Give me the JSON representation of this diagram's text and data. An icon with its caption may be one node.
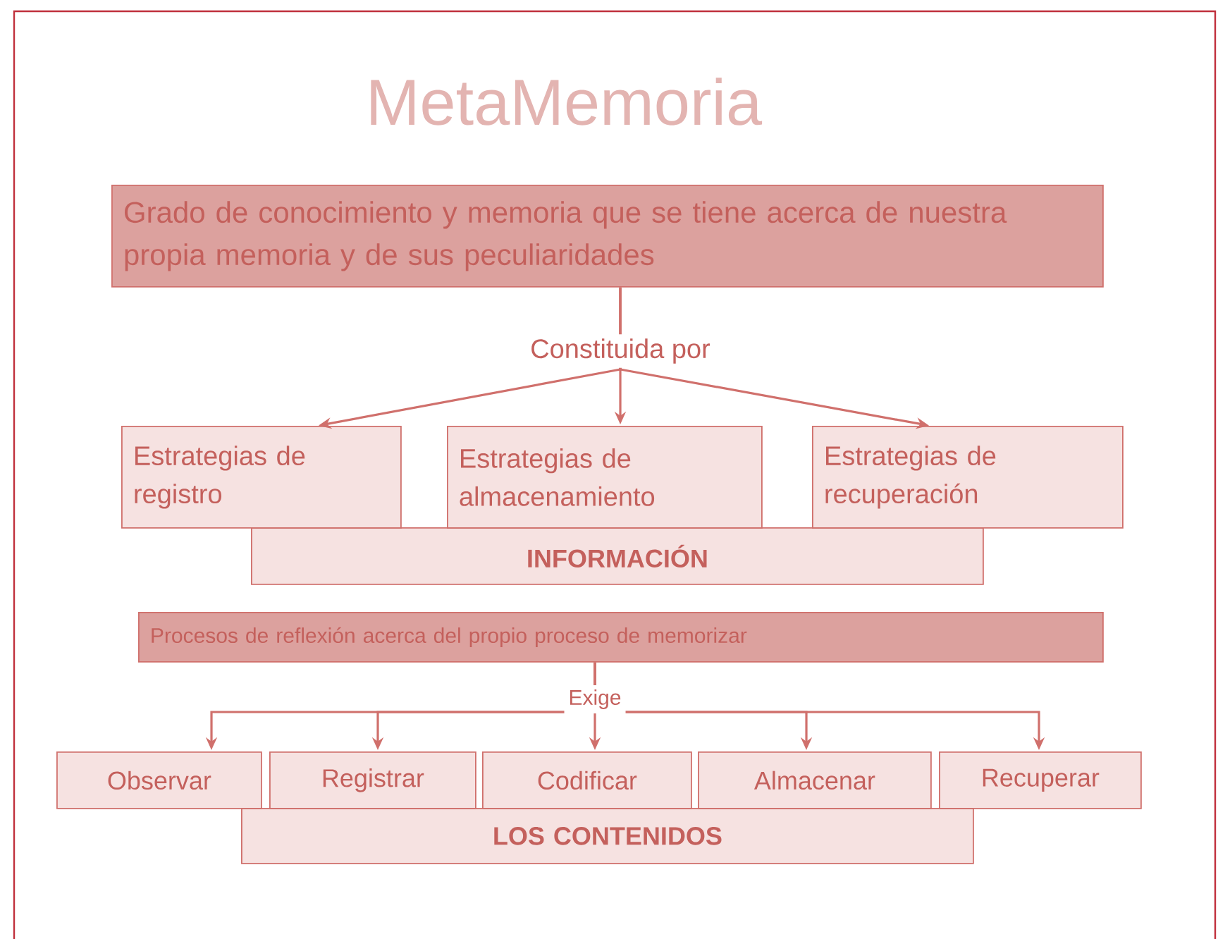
{
  "diagram": {
    "title": "MetaMemoria",
    "nodes": [
      {
        "text": [
          "Grado de conocimiento y memoria que se tiene acerca de nuestra propia memoria y de sus peculiaridades"
        ]
      },
      {
        "text": [
          "Estrategias de registro"
        ]
      },
      {
        "text": [
          "Estrategias de almacenamiento"
        ]
      },
      {
        "text": [
          "Estrategias de recuperación"
        ]
      },
      {
        "text": [
          "INFORMACIÓN"
        ]
      },
      {
        "text": [
          "Procesos de reflexión acerca del propio proceso de memorizar"
        ]
      },
      {
        "text": [
          "Observar"
        ]
      },
      {
        "text": [
          "Registrar"
        ]
      },
      {
        "text": [
          "Codificar"
        ]
      },
      {
        "text": [
          "Almacenar"
        ]
      },
      {
        "text": [
          "Recuperar"
        ]
      },
      {
        "text": [
          "LOS CONTENIDOS"
        ]
      }
    ],
    "edges": [
      {
        "from": 0,
        "to": 1,
        "arrow": "to"
      },
      {
        "from": 0,
        "to": 2,
        "arrow": "to",
        "label": "Constituida por"
      },
      {
        "from": 0,
        "to": 3,
        "arrow": "to"
      },
      {
        "from": 5,
        "to": 6,
        "arrow": "to"
      },
      {
        "from": 5,
        "to": 7,
        "arrow": "to"
      },
      {
        "from": 5,
        "to": 8,
        "arrow": "to",
        "label": "Exige"
      },
      {
        "from": 5,
        "to": 9,
        "arrow": "to"
      },
      {
        "from": 5,
        "to": 10,
        "arrow": "to"
      }
    ]
  }
}
